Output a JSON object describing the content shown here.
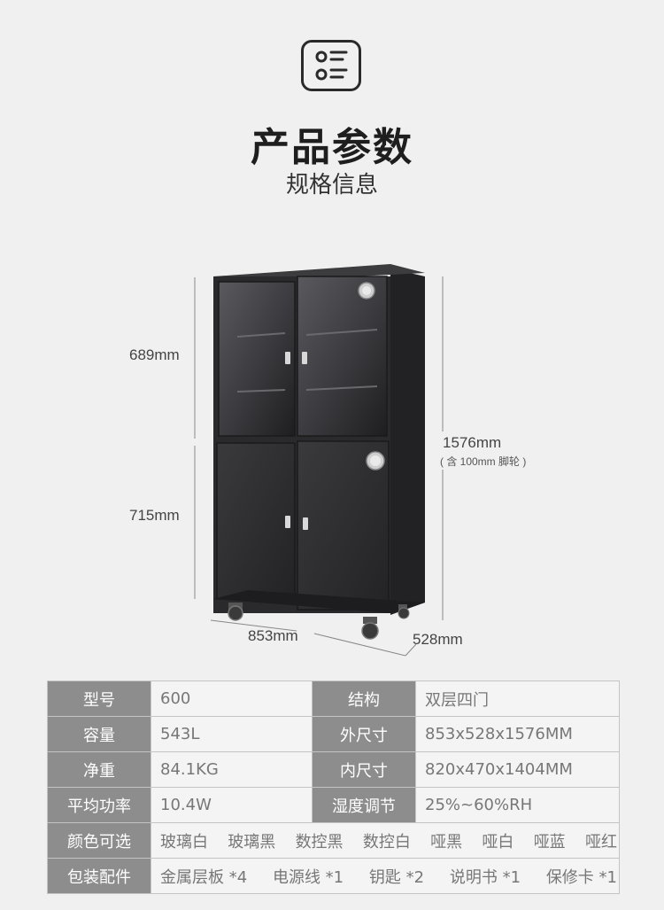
{
  "header": {
    "icon": "list-icon",
    "title": "产品参数",
    "subtitle": "规格信息"
  },
  "dimensions": {
    "upper_height": "689mm",
    "lower_height": "715mm",
    "total_height": "1576mm",
    "total_height_note": "( 含 100mm 脚轮 )",
    "width": "853mm",
    "depth": "528mm"
  },
  "specs": {
    "model_label": "型号",
    "model_value": "600",
    "structure_label": "结构",
    "structure_value": "双层四门",
    "capacity_label": "容量",
    "capacity_value": "543L",
    "outer_size_label": "外尺寸",
    "outer_size_value": "853x528x1576MM",
    "net_weight_label": "净重",
    "net_weight_value": "84.1KG",
    "inner_size_label": "内尺寸",
    "inner_size_value": "820x470x1404MM",
    "power_label": "平均功率",
    "power_value": "10.4W",
    "humidity_label": "湿度调节",
    "humidity_value": "25%~60%RH",
    "color_label": "颜色可选",
    "colors": [
      "玻璃白",
      "玻璃黑",
      "数控黑",
      "数控白",
      "哑黑",
      "哑白",
      "哑蓝",
      "哑红"
    ],
    "package_label": "包装配件",
    "package_items": [
      "金属层板 *4",
      "电源线 *1",
      "钥匙 *2",
      "说明书 *1",
      "保修卡 *1"
    ]
  },
  "colors": {
    "background": "#f0f0f0",
    "label_bg": "#8d8d8d",
    "cabinet": "#2b2b2d"
  }
}
